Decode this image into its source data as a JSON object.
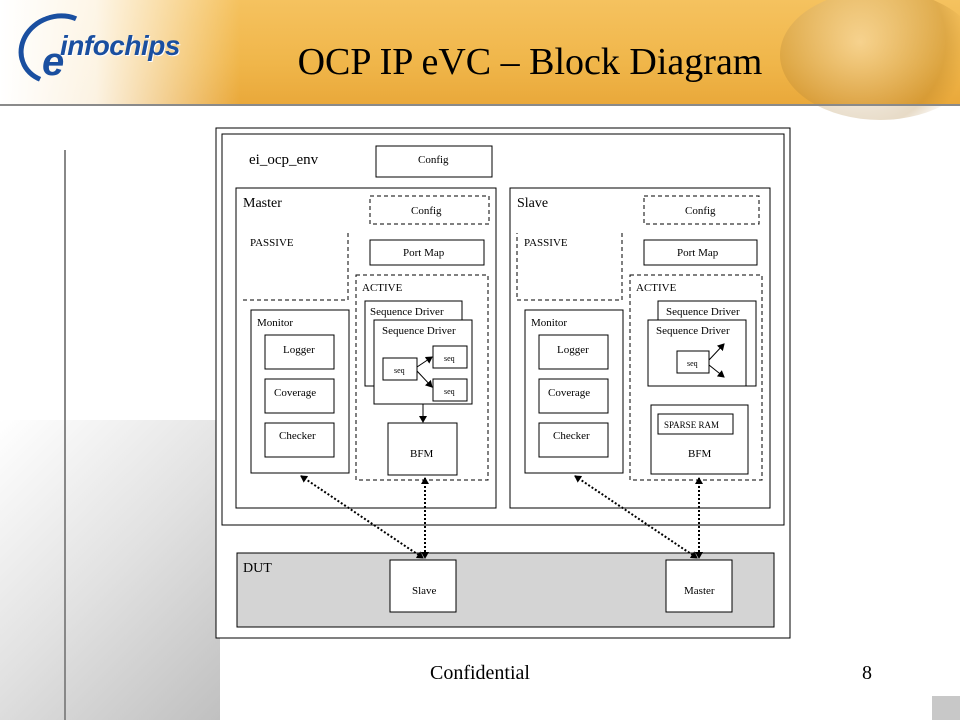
{
  "slide": {
    "title": "OCP IP eVC – Block Diagram",
    "footer": "Confidential",
    "page_number": "8",
    "logo_text": "infochips",
    "logo_letter": "e"
  },
  "diagram": {
    "env_label": "ei_ocp_env",
    "env_config": "Config",
    "master": {
      "title": "Master",
      "config": "Config",
      "passive": "PASSIVE",
      "port_map": "Port Map",
      "active": "ACTIVE",
      "seq_driver_back": "Sequence Driver",
      "seq_driver_front": "Sequence Driver",
      "seq_items": [
        "seq",
        "seq",
        "seq"
      ],
      "monitor": "Monitor",
      "logger": "Logger",
      "coverage": "Coverage",
      "checker": "Checker",
      "bfm": "BFM"
    },
    "slave": {
      "title": "Slave",
      "config": "Config",
      "passive": "PASSIVE",
      "port_map": "Port Map",
      "active": "ACTIVE",
      "seq_driver_back": "Sequence Driver",
      "seq_driver_front": "Sequence Driver",
      "seq_items": [
        "seq"
      ],
      "monitor": "Monitor",
      "logger": "Logger",
      "coverage": "Coverage",
      "checker": "Checker",
      "sparse_ram": "SPARSE RAM",
      "bfm": "BFM"
    },
    "dut": {
      "title": "DUT",
      "slave": "Slave",
      "master": "Master"
    }
  }
}
